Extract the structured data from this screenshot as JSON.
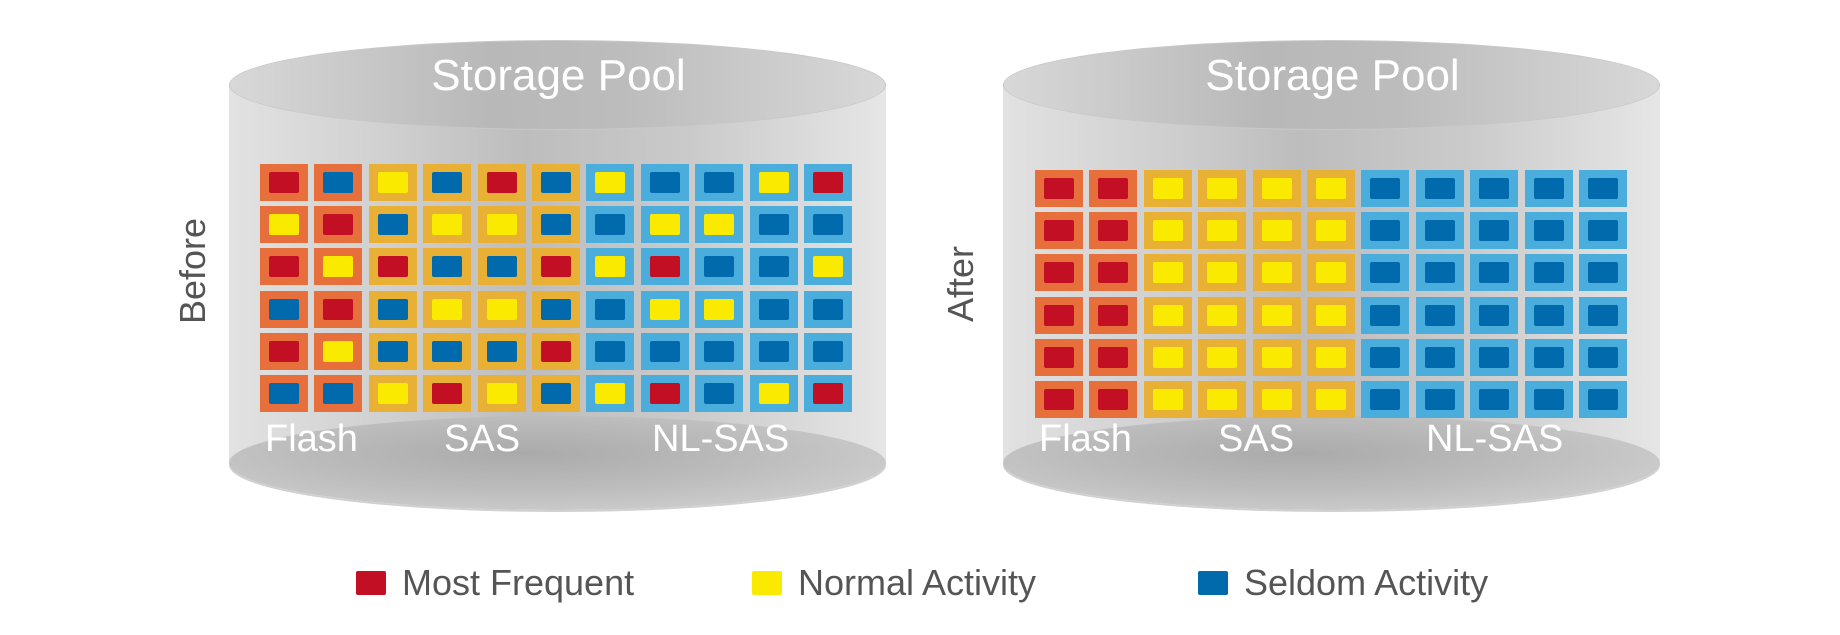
{
  "colors": {
    "most_frequent": "#c30f23",
    "normal": "#f9ea00",
    "seldom": "#006aad",
    "flash_tier": "#e66f3b",
    "sas_tier": "#e8b136",
    "nlsas_tier": "#4aaddc"
  },
  "tier_columns": [
    "flash",
    "flash",
    "sas",
    "sas",
    "sas",
    "sas",
    "nlsas",
    "nlsas",
    "nlsas",
    "nlsas",
    "nlsas"
  ],
  "before": {
    "label": "Before",
    "title": "Storage Pool",
    "tiers": [
      "Flash",
      "SAS",
      "NL-SAS"
    ],
    "grid": [
      [
        "R",
        "B",
        "Y",
        "B",
        "R",
        "B",
        "Y",
        "B",
        "B",
        "Y",
        "R"
      ],
      [
        "Y",
        "R",
        "B",
        "Y",
        "Y",
        "B",
        "B",
        "Y",
        "Y",
        "B",
        "B"
      ],
      [
        "R",
        "Y",
        "R",
        "B",
        "B",
        "R",
        "Y",
        "R",
        "B",
        "B",
        "Y"
      ],
      [
        "B",
        "R",
        "B",
        "Y",
        "Y",
        "B",
        "B",
        "Y",
        "Y",
        "B",
        "B"
      ],
      [
        "R",
        "Y",
        "B",
        "B",
        "B",
        "R",
        "B",
        "B",
        "B",
        "B",
        "B"
      ],
      [
        "B",
        "B",
        "Y",
        "R",
        "Y",
        "B",
        "Y",
        "R",
        "B",
        "Y",
        "R"
      ]
    ]
  },
  "after": {
    "label": "After",
    "title": "Storage Pool",
    "tiers": [
      "Flash",
      "SAS",
      "NL-SAS"
    ],
    "grid": [
      [
        "R",
        "R",
        "Y",
        "Y",
        "Y",
        "Y",
        "B",
        "B",
        "B",
        "B",
        "B"
      ],
      [
        "R",
        "R",
        "Y",
        "Y",
        "Y",
        "Y",
        "B",
        "B",
        "B",
        "B",
        "B"
      ],
      [
        "R",
        "R",
        "Y",
        "Y",
        "Y",
        "Y",
        "B",
        "B",
        "B",
        "B",
        "B"
      ],
      [
        "R",
        "R",
        "Y",
        "Y",
        "Y",
        "Y",
        "B",
        "B",
        "B",
        "B",
        "B"
      ],
      [
        "R",
        "R",
        "Y",
        "Y",
        "Y",
        "Y",
        "B",
        "B",
        "B",
        "B",
        "B"
      ],
      [
        "R",
        "R",
        "Y",
        "Y",
        "Y",
        "Y",
        "B",
        "B",
        "B",
        "B",
        "B"
      ]
    ]
  },
  "legend": [
    {
      "key": "R",
      "label": "Most Frequent"
    },
    {
      "key": "Y",
      "label": "Normal Activity"
    },
    {
      "key": "B",
      "label": "Seldom Activity"
    }
  ]
}
